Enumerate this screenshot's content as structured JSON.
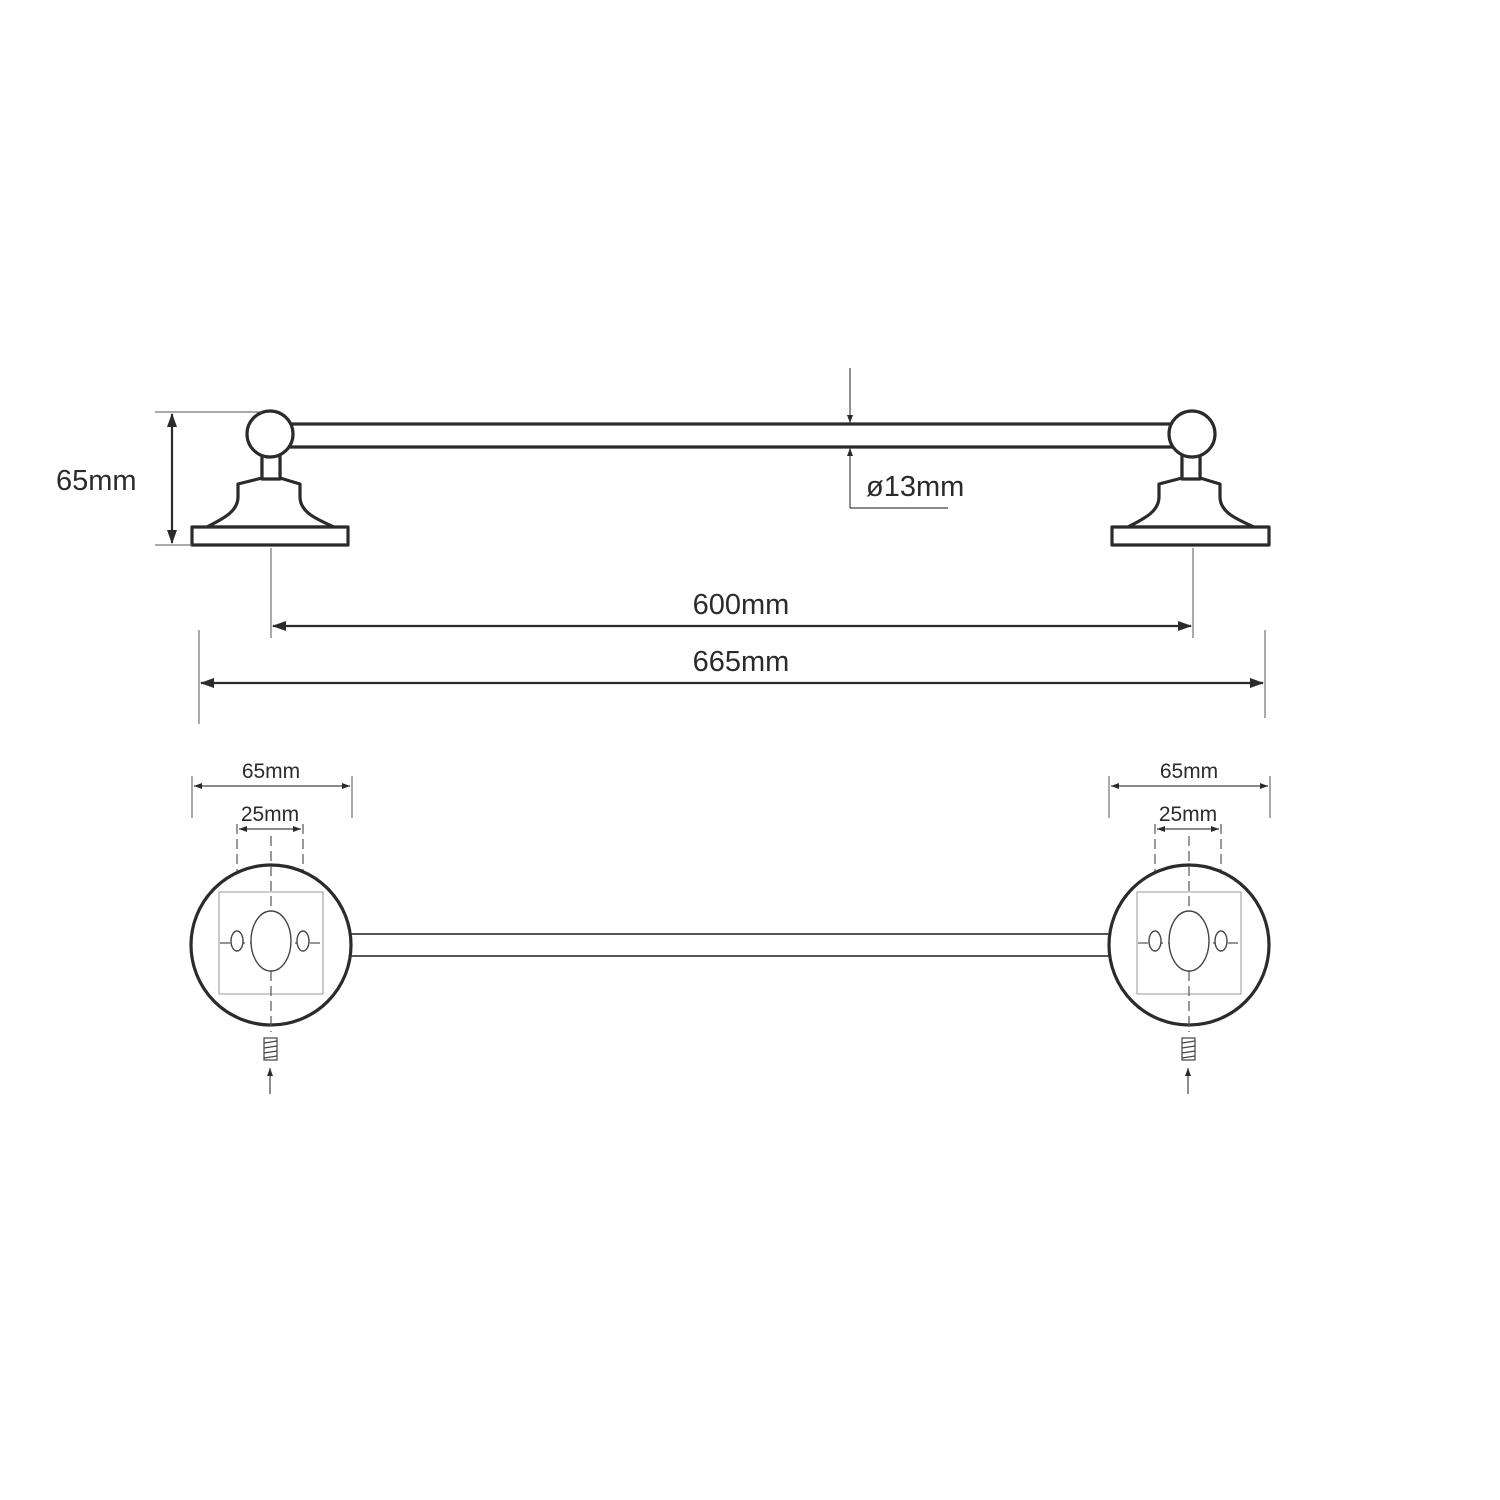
{
  "labels": {
    "height": "65mm",
    "bar_diameter": "ø13mm",
    "center_distance": "600mm",
    "overall_length": "665mm",
    "left_base_width": "65mm",
    "left_hole_spacing": "25mm",
    "right_base_width": "65mm",
    "right_hole_spacing": "25mm"
  }
}
